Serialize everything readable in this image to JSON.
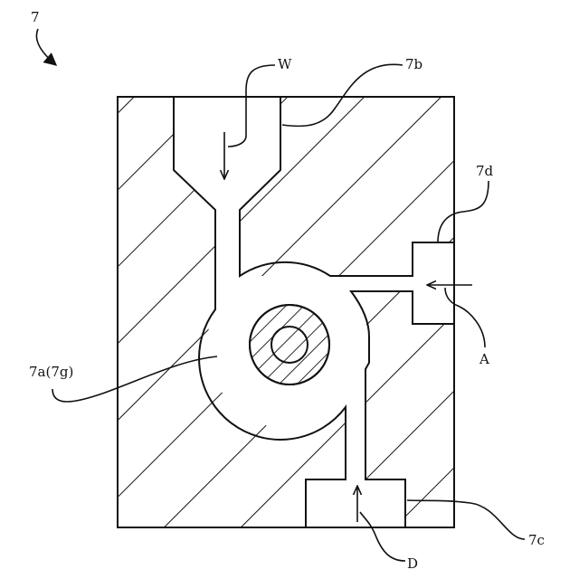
{
  "figure": {
    "labels": {
      "figure_number": "7",
      "W": "W",
      "ref_7b": "7b",
      "ref_7d": "7d",
      "A": "A",
      "ref_7a_7g": "7a(7g)",
      "D": "D",
      "ref_7c": "7c"
    },
    "colors": {
      "ink": "#111111",
      "background": "#ffffff"
    }
  }
}
